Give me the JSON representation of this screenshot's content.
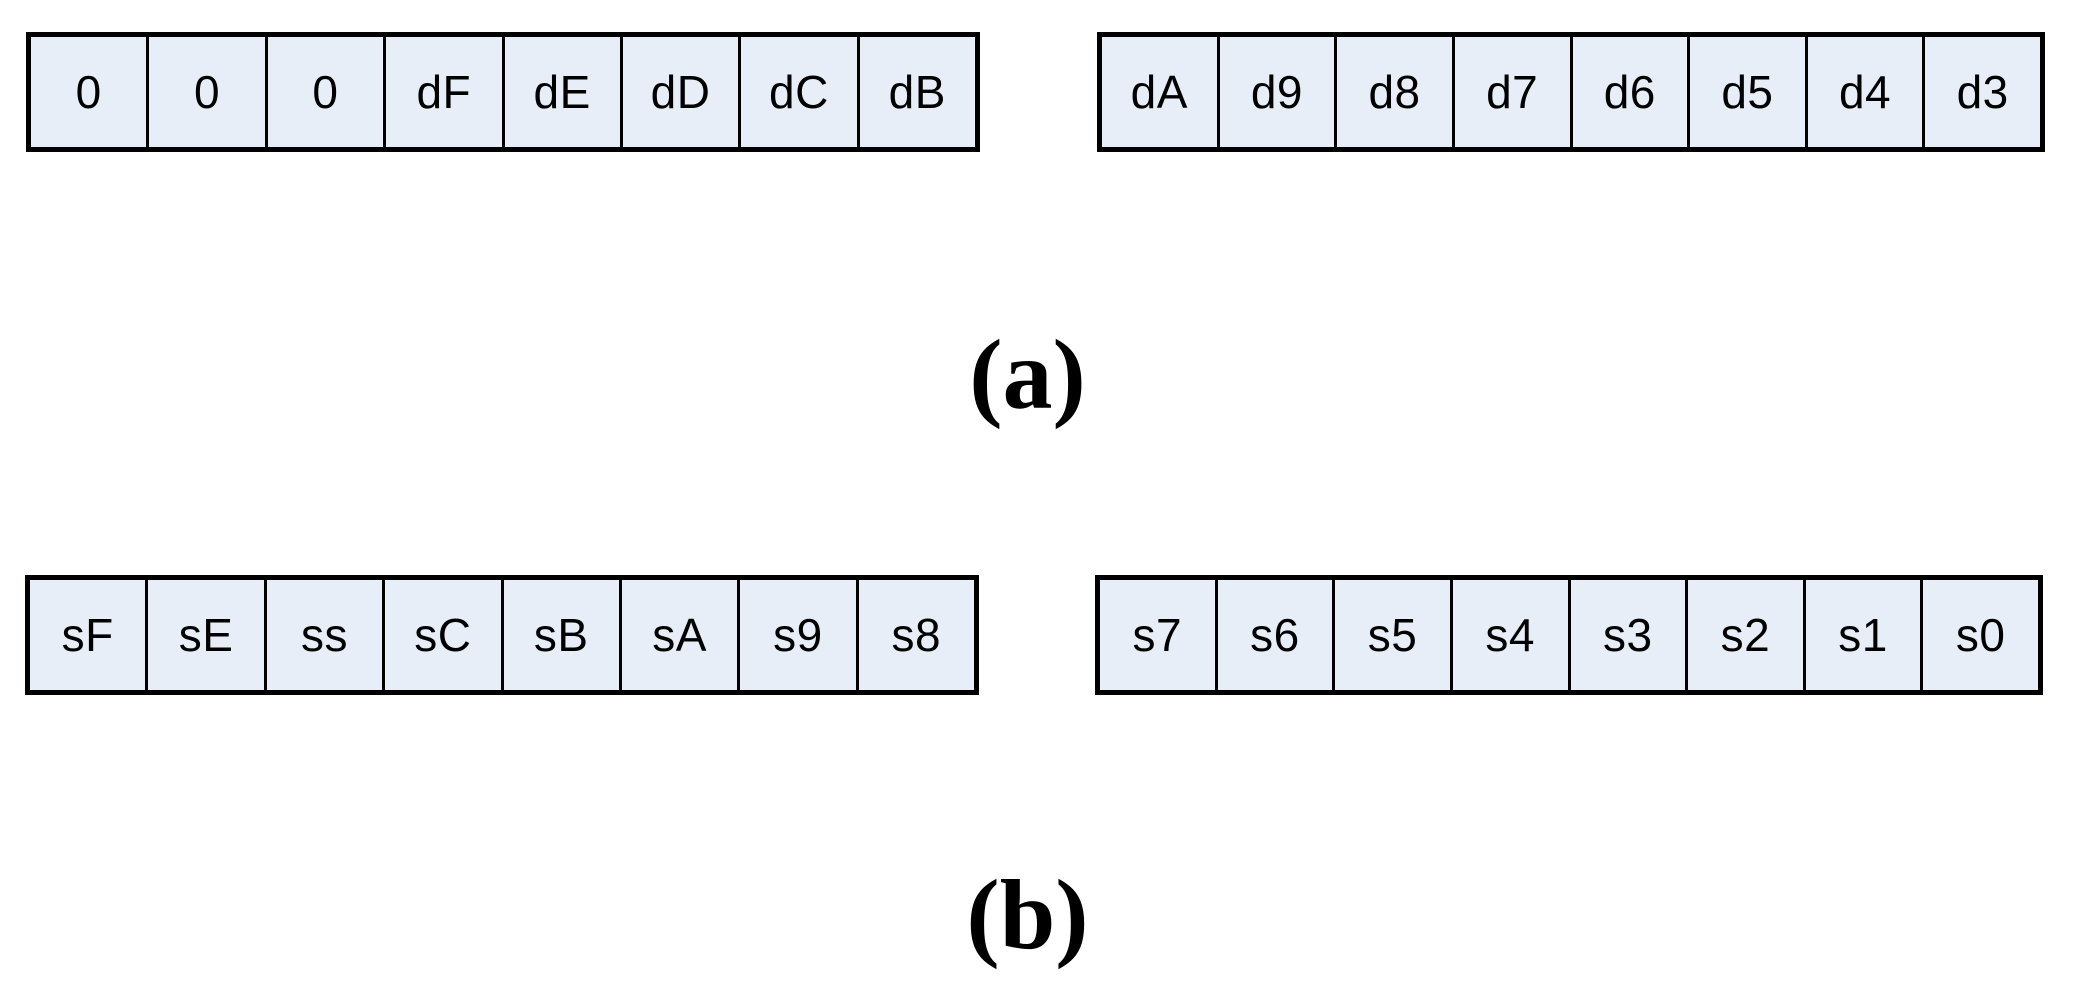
{
  "figure": {
    "background_color": "#ffffff",
    "cell_fill_color": "#e8eef7",
    "border_color": "#000000",
    "panels": [
      {
        "label": "(a)",
        "groups": [
          {
            "cells": [
              "0",
              "0",
              "0",
              "dF",
              "dE",
              "dD",
              "dC",
              "dB"
            ]
          },
          {
            "cells": [
              "dA",
              "d9",
              "d8",
              "d7",
              "d6",
              "d5",
              "d4",
              "d3"
            ]
          }
        ]
      },
      {
        "label": "(b)",
        "groups": [
          {
            "cells": [
              "sF",
              "sE",
              "ss",
              "sC",
              "sB",
              "sA",
              "s9",
              "s8"
            ]
          },
          {
            "cells": [
              "s7",
              "s6",
              "s5",
              "s4",
              "s3",
              "s2",
              "s1",
              "s0"
            ]
          }
        ]
      }
    ]
  }
}
